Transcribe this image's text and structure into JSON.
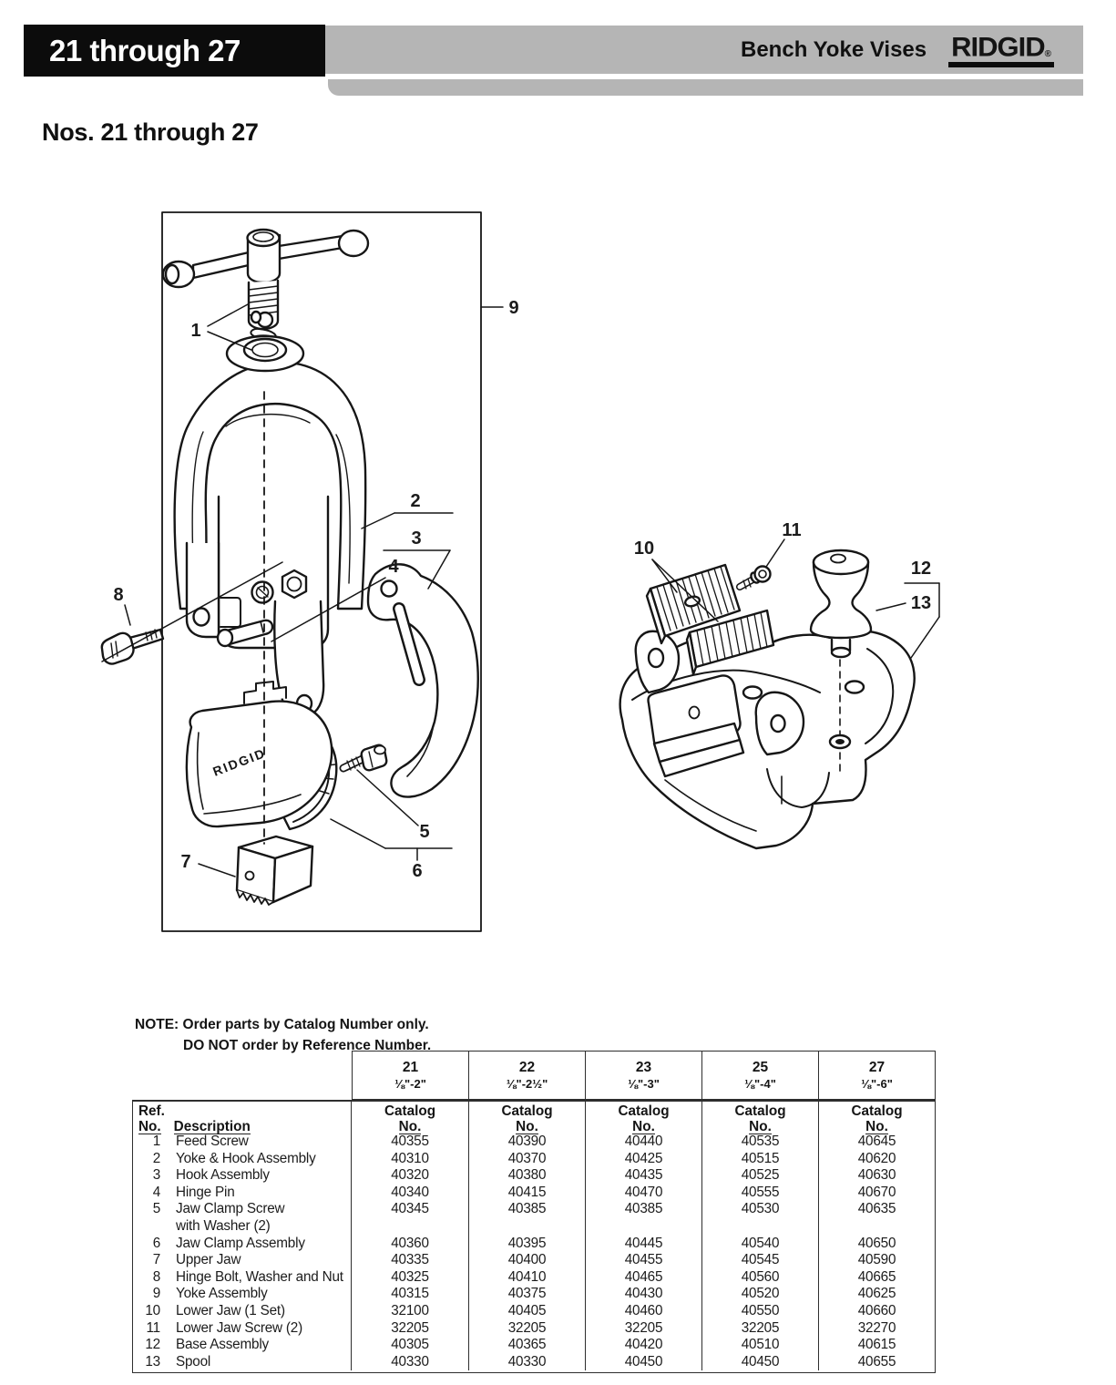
{
  "header": {
    "badge": "21 through 27",
    "product": "Bench Yoke Vises",
    "brand": "RIDGID",
    "brand_reg": "®",
    "page_subtitle": "Nos. 21 through 27"
  },
  "note": {
    "line1": "NOTE: Order parts by Catalog Number only.",
    "line2": "DO NOT order by Reference Number."
  },
  "diagram": {
    "jaw_brand": "RIDGID",
    "callouts": {
      "c1": "1",
      "c2": "2",
      "c3": "3",
      "c4": "4",
      "c5": "5",
      "c6": "6",
      "c7": "7",
      "c8": "8",
      "c9": "9",
      "c10": "10",
      "c11": "11",
      "c12": "12",
      "c13": "13"
    }
  },
  "parts_table": {
    "col_headers": {
      "ref_line1": "Ref.",
      "ref_line2": "No.",
      "description": "Description",
      "catalog_line1": "Catalog",
      "catalog_line2": "No."
    },
    "models": [
      {
        "no": "21",
        "size": "⅛\"-2\""
      },
      {
        "no": "22",
        "size": "⅛\"-2½\""
      },
      {
        "no": "23",
        "size": "⅛\"-3\""
      },
      {
        "no": "25",
        "size": "⅛\"-4\""
      },
      {
        "no": "27",
        "size": "⅛\"-6\""
      }
    ],
    "rows": [
      {
        "ref": "1",
        "desc": "Feed Screw",
        "catalog": [
          "40355",
          "40390",
          "40440",
          "40535",
          "40645"
        ]
      },
      {
        "ref": "2",
        "desc": "Yoke & Hook Assembly",
        "catalog": [
          "40310",
          "40370",
          "40425",
          "40515",
          "40620"
        ]
      },
      {
        "ref": "3",
        "desc": "Hook Assembly",
        "catalog": [
          "40320",
          "40380",
          "40435",
          "40525",
          "40630"
        ]
      },
      {
        "ref": "4",
        "desc": "Hinge Pin",
        "catalog": [
          "40340",
          "40415",
          "40470",
          "40555",
          "40670"
        ]
      },
      {
        "ref": "5",
        "desc": "Jaw Clamp Screw",
        "desc2": "with Washer (2)",
        "catalog": [
          "40345",
          "40385",
          "40385",
          "40530",
          "40635"
        ]
      },
      {
        "ref": "6",
        "desc": "Jaw Clamp Assembly",
        "catalog": [
          "40360",
          "40395",
          "40445",
          "40540",
          "40650"
        ]
      },
      {
        "ref": "7",
        "desc": "Upper Jaw",
        "catalog": [
          "40335",
          "40400",
          "40455",
          "40545",
          "40590"
        ]
      },
      {
        "ref": "8",
        "desc": "Hinge Bolt, Washer and Nut",
        "catalog": [
          "40325",
          "40410",
          "40465",
          "40560",
          "40665"
        ]
      },
      {
        "ref": "9",
        "desc": "Yoke Assembly",
        "catalog": [
          "40315",
          "40375",
          "40430",
          "40520",
          "40625"
        ]
      },
      {
        "ref": "10",
        "desc": "Lower Jaw (1 Set)",
        "catalog": [
          "32100",
          "40405",
          "40460",
          "40550",
          "40660"
        ]
      },
      {
        "ref": "11",
        "desc": "Lower Jaw Screw (2)",
        "catalog": [
          "32205",
          "32205",
          "32205",
          "32205",
          "32270"
        ]
      },
      {
        "ref": "12",
        "desc": "Base Assembly",
        "catalog": [
          "40305",
          "40365",
          "40420",
          "40510",
          "40615"
        ]
      },
      {
        "ref": "13",
        "desc": "Spool",
        "catalog": [
          "40330",
          "40330",
          "40450",
          "40450",
          "40655"
        ]
      }
    ]
  }
}
